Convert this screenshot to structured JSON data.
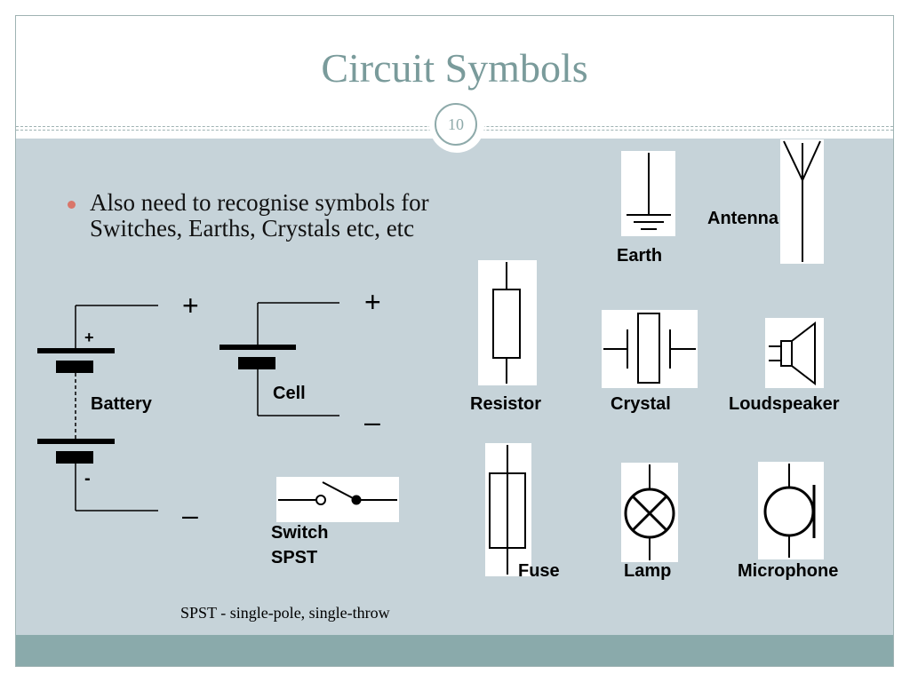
{
  "slide": {
    "title": "Circuit Symbols",
    "page_number": "10",
    "bullet": "Also need to recognise symbols for Switches, Earths, Crystals etc, etc",
    "footnote": "SPST - single-pole, single-throw"
  },
  "symbols": {
    "earth": "Earth",
    "antenna": "Antenna",
    "resistor": "Resistor",
    "crystal": "Crystal",
    "loudspeaker": "Loudspeaker",
    "fuse": "Fuse",
    "lamp": "Lamp",
    "microphone": "Microphone",
    "battery": "Battery",
    "cell": "Cell",
    "switch_line1": "Switch",
    "switch_line2": "SPST"
  },
  "polarity": {
    "battery_plus": "+",
    "battery_minus": "–",
    "battery_plus_small": "+",
    "battery_minus_small": "-",
    "cell_plus": "+",
    "cell_minus": "–"
  },
  "colors": {
    "background": "#c6d3d9",
    "title": "#7a9b9b",
    "footer": "#8aaaab",
    "bullet": "#d9766a"
  }
}
